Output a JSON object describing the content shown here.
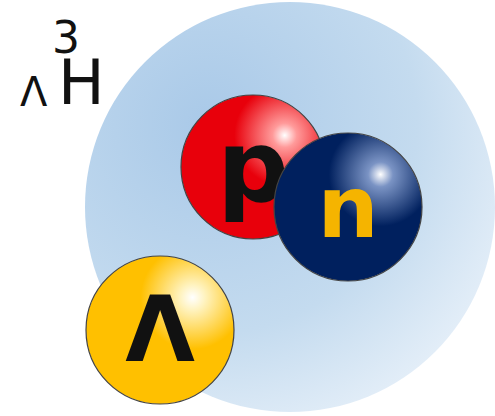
{
  "diagram": {
    "nodes": [
      {
        "text": [
          "p"
        ]
      },
      {
        "text": [
          "n"
        ]
      },
      {
        "text": [
          "Λ"
        ]
      }
    ],
    "labels": [
      "3",
      "Λ",
      "H"
    ]
  }
}
